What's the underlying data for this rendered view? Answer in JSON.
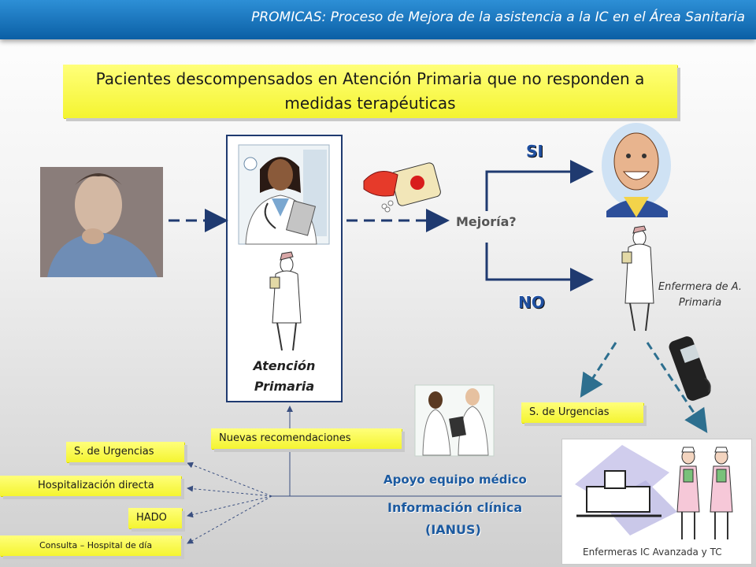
{
  "header": {
    "title": "PROMICAS: Proceso de Mejora de la asistencia a la IC en el Área Sanitaria"
  },
  "headline": {
    "line1": "Pacientes descompensados en Atención Primaria que no responden a",
    "line2": "medidas terapéuticas"
  },
  "primary_care": {
    "label_line1": "Atención",
    "label_line2": "Primaria"
  },
  "decision": {
    "question": "Mejoría?",
    "yes": "SI",
    "no": "NO"
  },
  "nurse_ap": {
    "line1": "Enfermera de A.",
    "line2": "Primaria"
  },
  "urgencias_right": "S. de Urgencias",
  "nurses_ic": "Enfermeras IC Avanzada y TC",
  "support": {
    "apoyo": "Apoyo equipo médico",
    "info": "Información clínica",
    "ianus": "(IANUS)"
  },
  "nuevas": "Nuevas recomendaciones",
  "options": [
    "S. de Urgencias",
    "Hospitalización directa",
    "HADO",
    "Consulta – Hospital de día"
  ],
  "colors": {
    "header_blue": "#0b5fa5",
    "box_yellow": "#f4f430",
    "arrow_navy": "#1f3a70"
  }
}
